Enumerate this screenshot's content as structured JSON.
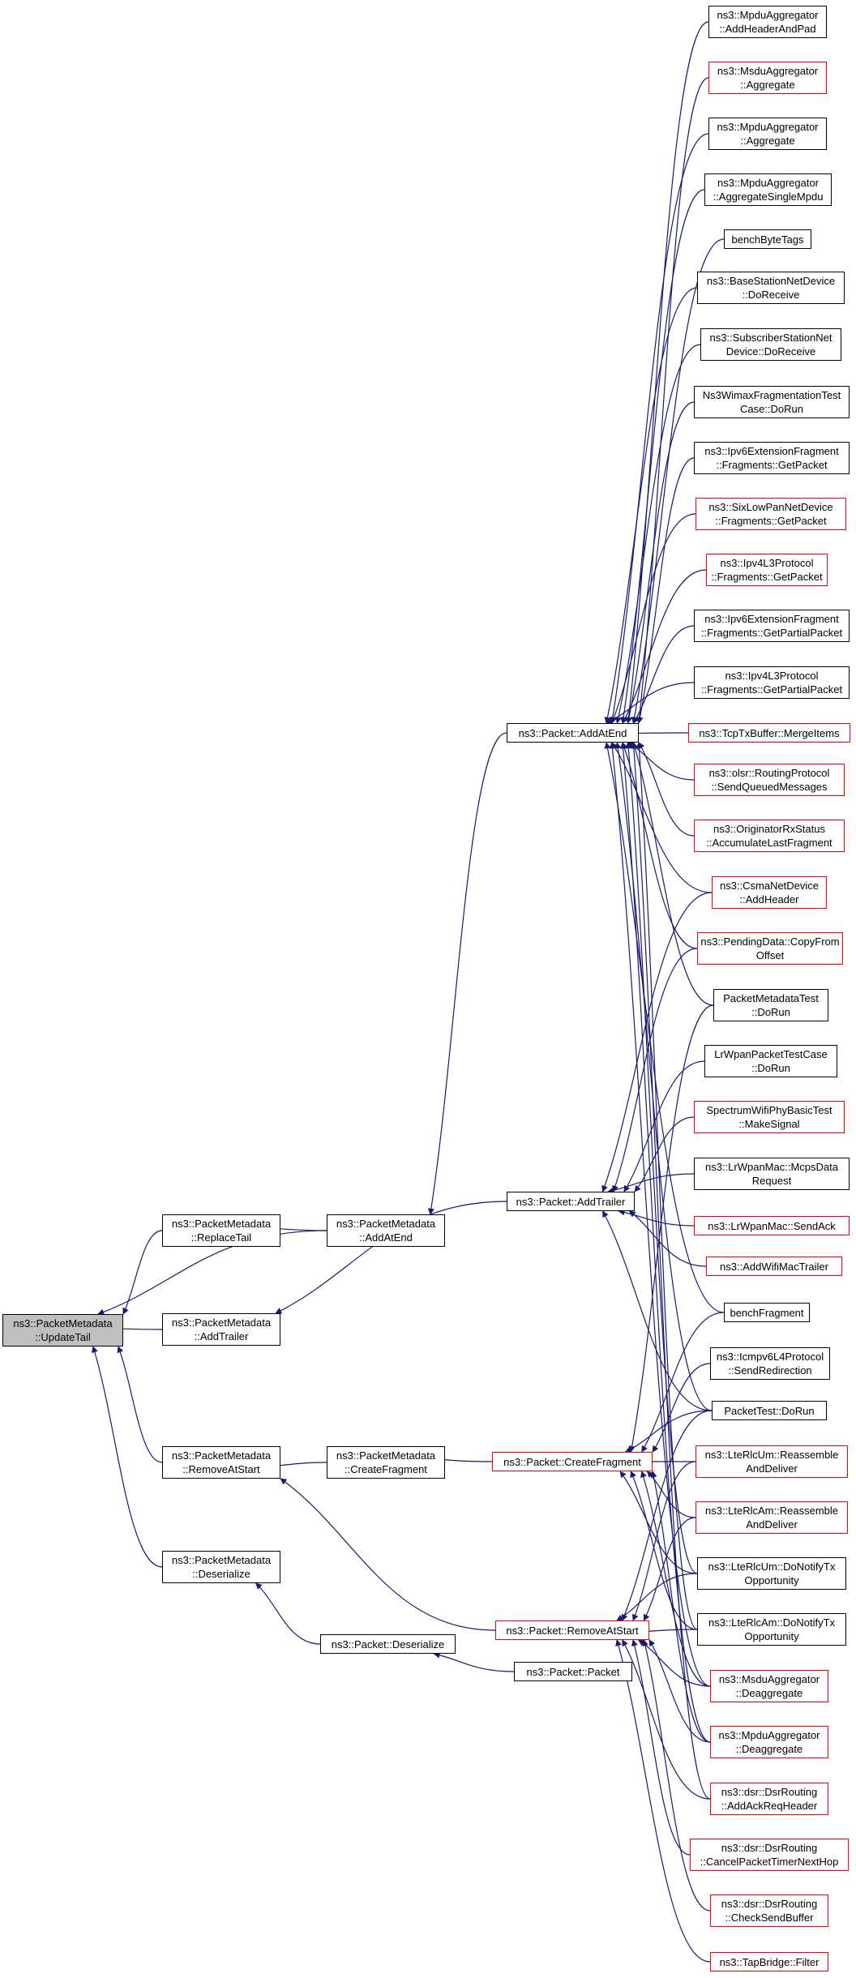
{
  "colors": {
    "edge": "#191970",
    "box_border": "#000000",
    "truncated_border": "#ff0000",
    "root_fill": "#bfbfbf"
  },
  "nodes": {
    "update_tail": "ns3::PacketMetadata\n::UpdateTail",
    "replace_tail": "ns3::PacketMetadata\n::ReplaceTail",
    "pm_add_at_end": "ns3::PacketMetadata\n::AddAtEnd",
    "pm_add_trailer": "ns3::PacketMetadata\n::AddTrailer",
    "pm_remove_at_start": "ns3::PacketMetadata\n::RemoveAtStart",
    "pm_create_fragment": "ns3::PacketMetadata\n::CreateFragment",
    "pm_deserialize": "ns3::PacketMetadata\n::Deserialize",
    "p_deserialize": "ns3::Packet::Deserialize",
    "p_packet": "ns3::Packet::Packet",
    "p_add_at_end": "ns3::Packet::AddAtEnd",
    "p_add_trailer": "ns3::Packet::AddTrailer",
    "p_create_fragment": "ns3::Packet::CreateFragment",
    "p_remove_at_start": "ns3::Packet::RemoveAtStart",
    "mpdu_add_header_pad": "ns3::MpduAggregator\n::AddHeaderAndPad",
    "msdu_aggregate": "ns3::MsduAggregator\n::Aggregate",
    "mpdu_aggregate": "ns3::MpduAggregator\n::Aggregate",
    "mpdu_aggregate_single": "ns3::MpduAggregator\n::AggregateSingleMpdu",
    "bench_byte_tags": "benchByteTags",
    "bs_do_receive": "ns3::BaseStationNetDevice\n::DoReceive",
    "ss_do_receive": "ns3::SubscriberStationNet\nDevice::DoReceive",
    "wimax_frag_test": "Ns3WimaxFragmentationTest\nCase::DoRun",
    "ipv6_ext_get_packet": "ns3::Ipv6ExtensionFragment\n::Fragments::GetPacket",
    "sixlowpan_get_packet": "ns3::SixLowPanNetDevice\n::Fragments::GetPacket",
    "ipv4l3_get_packet": "ns3::Ipv4L3Protocol\n::Fragments::GetPacket",
    "ipv6_ext_get_partial": "ns3::Ipv6ExtensionFragment\n::Fragments::GetPartialPacket",
    "ipv4l3_get_partial": "ns3::Ipv4L3Protocol\n::Fragments::GetPartialPacket",
    "tcp_merge_items": "ns3::TcpTxBuffer::MergeItems",
    "olsr_send_queued": "ns3::olsr::RoutingProtocol\n::SendQueuedMessages",
    "originator_accumulate": "ns3::OriginatorRxStatus\n::AccumulateLastFragment",
    "csma_add_header": "ns3::CsmaNetDevice\n::AddHeader",
    "pending_copy_from": "ns3::PendingData::CopyFrom\nOffset",
    "pm_test_do_run": "PacketMetadataTest\n::DoRun",
    "lrwpan_packet_test": "LrWpanPacketTestCase\n::DoRun",
    "spectrum_make_signal": "SpectrumWifiPhyBasicTest\n::MakeSignal",
    "lrwpan_mcps": "ns3::LrWpanMac::McpsData\nRequest",
    "lrwpan_send_ack": "ns3::LrWpanMac::SendAck",
    "add_wifi_mac_trailer": "ns3::AddWifiMacTrailer",
    "bench_fragment": "benchFragment",
    "icmpv6_send_redirection": "ns3::Icmpv6L4Protocol\n::SendRedirection",
    "packet_test_do_run": "PacketTest::DoRun",
    "rlc_um_reassemble": "ns3::LteRlcUm::Reassemble\nAndDeliver",
    "rlc_am_reassemble": "ns3::LteRlcAm::Reassemble\nAndDeliver",
    "rlc_um_notify_tx": "ns3::LteRlcUm::DoNotifyTx\nOpportunity",
    "rlc_am_notify_tx": "ns3::LteRlcAm::DoNotifyTx\nOpportunity",
    "msdu_deaggregate": "ns3::MsduAggregator\n::Deaggregate",
    "mpdu_deaggregate": "ns3::MpduAggregator\n::Deaggregate",
    "dsr_add_ack_req": "ns3::dsr::DsrRouting\n::AddAckReqHeader",
    "dsr_cancel_timer": "ns3::dsr::DsrRouting\n::CancelPacketTimerNextHop",
    "dsr_check_send": "ns3::dsr::DsrRouting\n::CheckSendBuffer",
    "tap_filter": "ns3::TapBridge::Filter"
  }
}
